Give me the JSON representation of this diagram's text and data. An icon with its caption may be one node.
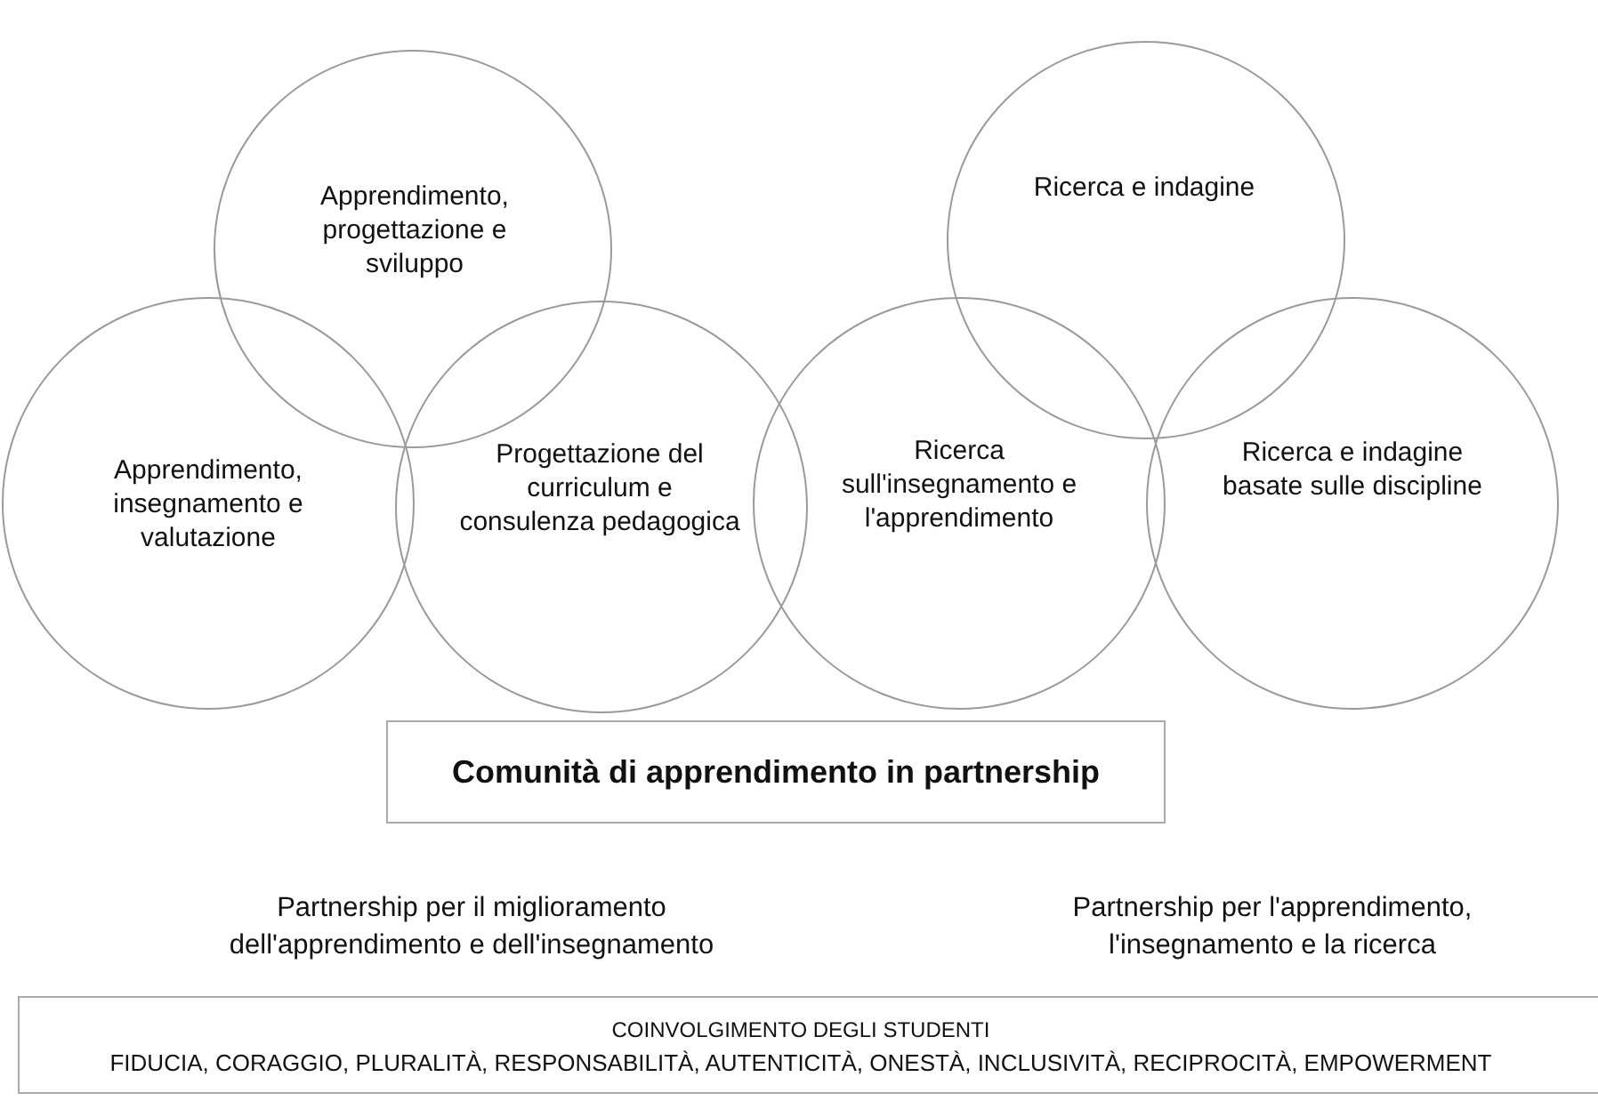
{
  "diagram": {
    "nodes": [
      {
        "text": [
          "Apprendimento, progettazione e sviluppo"
        ]
      },
      {
        "text": [
          "Apprendimento, insegnamento e valutazione"
        ]
      },
      {
        "text": [
          "Progettazione del curriculum e consulenza pedagogica"
        ]
      },
      {
        "text": [
          "Ricerca sull'insegnamento e l'apprendimento"
        ]
      },
      {
        "text": [
          "Ricerca e indagine"
        ]
      },
      {
        "text": [
          "Ricerca e indagine basate sulle discipline"
        ]
      },
      {
        "text": [
          "Comunità di apprendimento in partnership"
        ]
      },
      {
        "text": [
          "COINVOLGIMENTO DEGLI STUDENTI",
          "FIDUCIA, CORAGGIO, PLURALITÀ, RESPONSABILITÀ, AUTENTICITÀ, ONESTÀ, INCLUSIVITÀ, RECIPROCITÀ, EMPOWERMENT"
        ]
      }
    ],
    "edges": [],
    "labels": [
      "Partnership per il miglioramento dell'apprendimento e dell'insegnamento",
      "Partnership per l'apprendimento, l'insegnamento e la ricerca"
    ]
  }
}
